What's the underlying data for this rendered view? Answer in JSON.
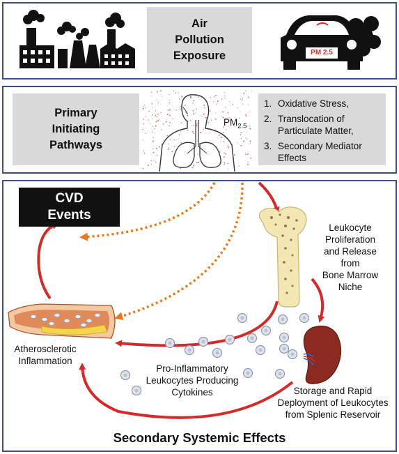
{
  "top": {
    "title_lines": [
      "Air",
      "Pollution",
      "Exposure"
    ],
    "car_plate": "PM 2.5"
  },
  "middle": {
    "title_lines": [
      "Primary",
      "Initiating",
      "Pathways"
    ],
    "pm_label": "PM",
    "pm_sub": "2.5",
    "pathways": [
      {
        "num": "1.",
        "lines": [
          "Oxidative Stress,"
        ]
      },
      {
        "num": "2.",
        "lines": [
          "Translocation of",
          "Particulate Matter,"
        ]
      },
      {
        "num": "3.",
        "lines": [
          "Secondary Mediator",
          "Effects"
        ]
      }
    ]
  },
  "bottom": {
    "cvd_lines": [
      "CVD",
      "Events"
    ],
    "leukocyte_lines": [
      "Leukocyte",
      "Proliferation",
      "and Release",
      "from",
      "Bone Marrow",
      "Niche"
    ],
    "athero_lines": [
      "Atherosclerotic",
      "Inflammation"
    ],
    "proinflam_lines": [
      "Pro-Inflammatory",
      "Leukocytes Producing",
      "Cytokines"
    ],
    "storage_lines": [
      "Storage and Rapid",
      "Deployment of Leukocytes",
      "from Splenic Reservoir"
    ],
    "footer": "Secondary Systemic Effects"
  },
  "colors": {
    "panel_border": "#3d4f8a",
    "gray_box": "#d9d9d9",
    "red_arrow": "#d42a2a",
    "orange_arrow": "#e8791e"
  }
}
